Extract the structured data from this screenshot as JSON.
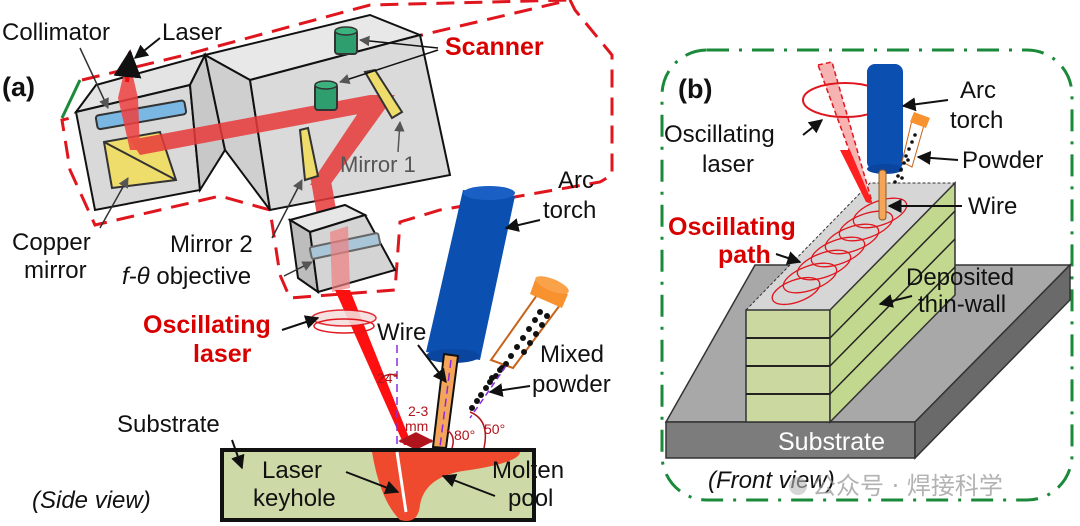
{
  "figure": {
    "panel_a": {
      "label": "(a)",
      "view_caption": "(Side view)",
      "labels": {
        "collimator": "Collimator",
        "laser": "Laser",
        "scanner": "Scanner",
        "mirror1": "Mirror 1",
        "mirror2": "Mirror 2",
        "copper_mirror_1": "Copper",
        "copper_mirror_2": "mirror",
        "objective_prefix": "f-θ",
        "objective": " objective",
        "oscillating_1": "Oscillating",
        "oscillating_2": "laser",
        "arc_torch_1": "Arc",
        "arc_torch_2": "torch",
        "wire": "Wire",
        "mixed_powder_1": "Mixed",
        "mixed_powder_2": "powder",
        "substrate": "Substrate",
        "keyhole_1": "Laser",
        "keyhole_2": "keyhole",
        "molten_1": "Molten",
        "molten_2": "pool",
        "angle_laser": "24°",
        "distance_1": "2-3",
        "distance_2": "mm",
        "angle_wire": "80°",
        "angle_powder": "50°"
      }
    },
    "panel_b": {
      "label": "(b)",
      "view_caption": "(Front view)",
      "labels": {
        "oscillating_laser_1": "Oscillating",
        "oscillating_laser_2": "laser",
        "arc_torch_1": "Arc",
        "arc_torch_2": "torch",
        "powder": "Powder",
        "wire": "Wire",
        "oscillating_path_1": "Oscillating",
        "oscillating_path_2": "path",
        "deposited_1": "Deposited",
        "deposited_2": "thin-wall",
        "substrate": "Substrate"
      }
    },
    "watermark": "公众号 · 焊接科学",
    "colors": {
      "laser_red": "#e8241c",
      "scanner_dash": "#e0161e",
      "frame_green": "#1a8a3a",
      "torch_blue": "#0b4fb0",
      "wire_orange": "#f5a55a",
      "powder_cap": "#f7922f",
      "substrate_green": "#cdd9a6",
      "pool_red": "#ef4a2e",
      "wall_green": "#c3d88f",
      "steel_gray": "#9a9a9a"
    }
  }
}
